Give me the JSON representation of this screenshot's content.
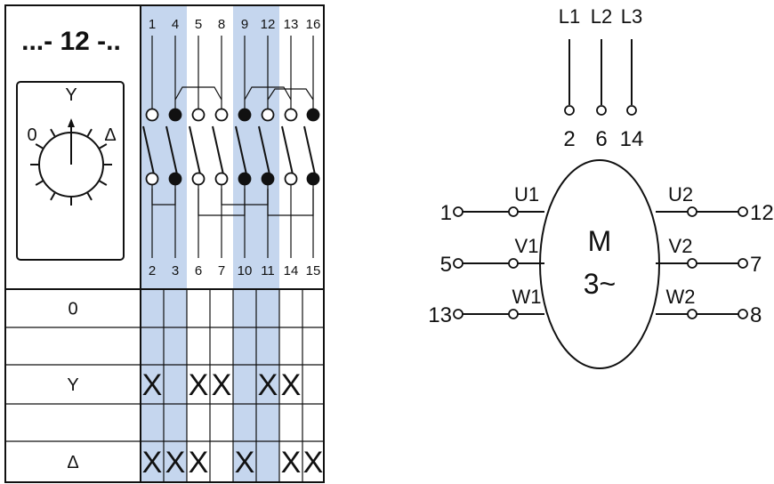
{
  "switch_panel": {
    "type_label": "...- 12 -..",
    "dial": {
      "positions": [
        "0",
        "Y",
        "Δ"
      ]
    },
    "top_terminals": [
      "1",
      "4",
      "5",
      "8",
      "9",
      "12",
      "13",
      "16"
    ],
    "bottom_terminals": [
      "2",
      "3",
      "6",
      "7",
      "10",
      "11",
      "14",
      "15"
    ],
    "highlight_color": "#c5d6ee",
    "highlight_columns": [
      0,
      1,
      4,
      5
    ],
    "table_rows": [
      {
        "label": "0",
        "closed_columns": []
      },
      {
        "label": "",
        "closed_columns": []
      },
      {
        "label": "Y",
        "closed_columns": [
          0,
          2,
          3,
          5,
          6
        ]
      },
      {
        "label": "",
        "closed_columns": []
      },
      {
        "label": "Δ",
        "closed_columns": [
          0,
          1,
          2,
          4,
          6,
          7
        ]
      }
    ],
    "closed_mark": "X"
  },
  "motor": {
    "line_labels": [
      "L1",
      "L2",
      "L3"
    ],
    "line_terminals": [
      "2",
      "6",
      "14"
    ],
    "symbol": "M",
    "phases": "3~",
    "left_windings": [
      {
        "terminal": "1",
        "winding": "U1"
      },
      {
        "terminal": "5",
        "winding": "V1"
      },
      {
        "terminal": "13",
        "winding": "W1"
      }
    ],
    "right_windings": [
      {
        "terminal": "12",
        "winding": "U2"
      },
      {
        "terminal": "7",
        "winding": "V2"
      },
      {
        "terminal": "8",
        "winding": "W2"
      }
    ]
  }
}
